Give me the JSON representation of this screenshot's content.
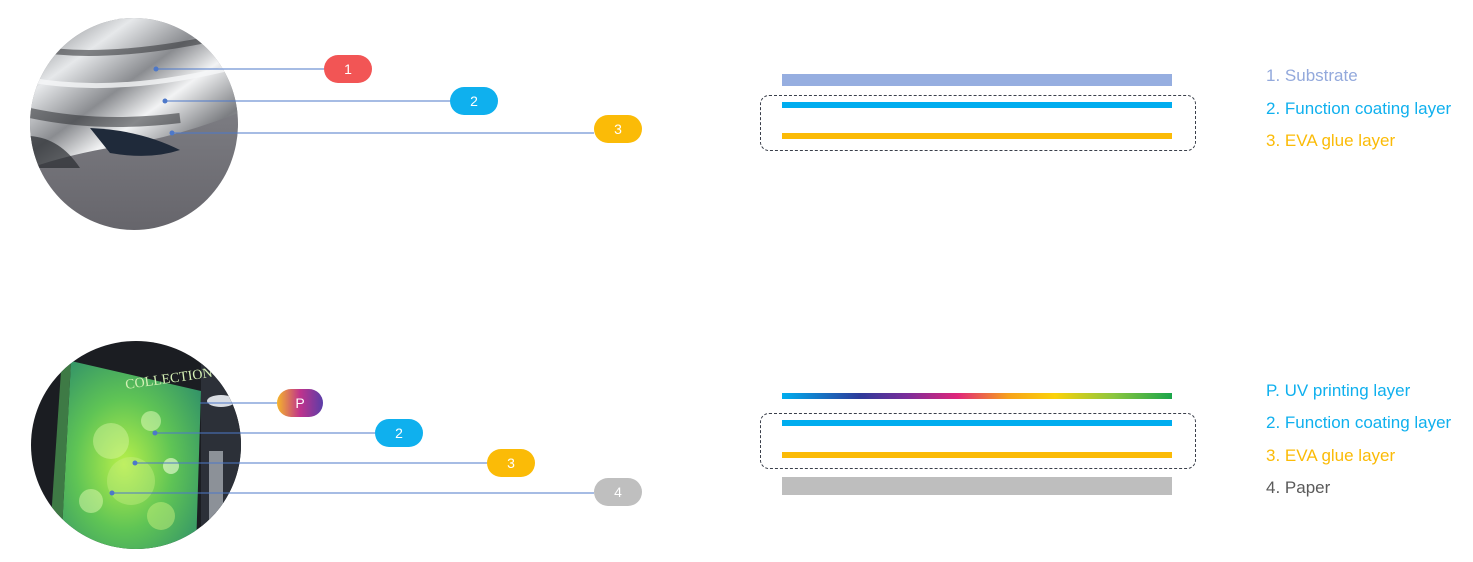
{
  "colors": {
    "badge_1": "#f25555",
    "badge_2": "#0fb0ee",
    "badge_3": "#fbbb07",
    "badge_4": "#bfbfbf",
    "substrate": "#96aee0",
    "function_coating": "#00adef",
    "eva_glue": "#fbbb07",
    "paper": "#bebebe",
    "leader_line": "#4d78c9",
    "legend_substrate": "#93a9dc",
    "legend_paper": "#5a5a5a"
  },
  "top_diagram": {
    "photo_label": "",
    "badges": [
      "1",
      "2",
      "3"
    ],
    "legend": [
      "1. Substrate",
      "2. Function coating layer",
      "3. EVA glue layer"
    ]
  },
  "bottom_diagram": {
    "photo_text": "COLLECTION",
    "badges": [
      "P",
      "2",
      "3",
      "4"
    ],
    "legend": [
      "P. UV printing layer",
      "2. Function coating layer",
      "3. EVA glue layer",
      "4. Paper"
    ]
  }
}
